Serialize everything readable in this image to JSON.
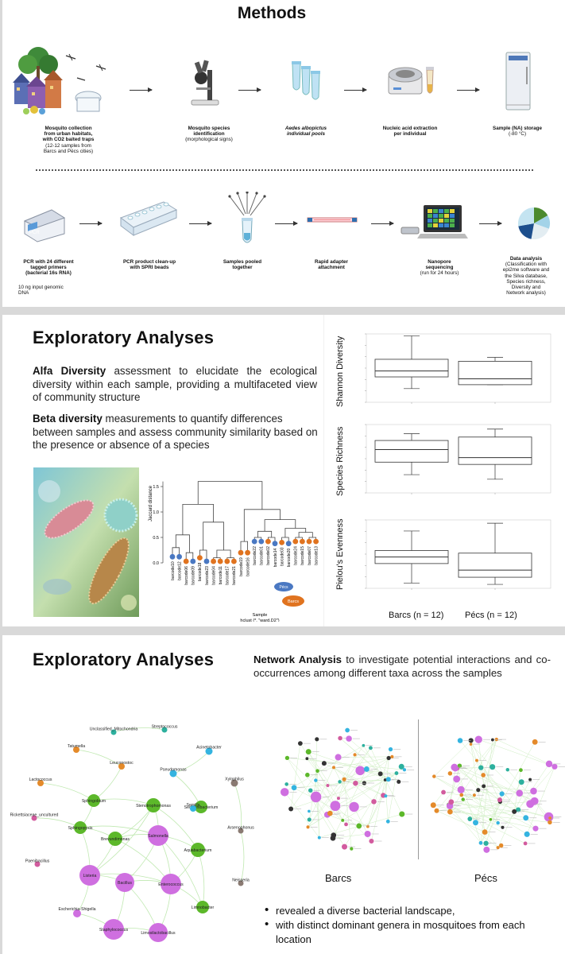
{
  "methods": {
    "title": "Methods",
    "row1": [
      {
        "bold": "Mosquito collection\nfrom urban habitats,\nwith CO2 baited traps",
        "normal": "(12-12 samples from\nBarcs and Pécs cities)"
      },
      {
        "bold": "Mosquito species\nidentification",
        "normal": "(morphological signs)"
      },
      {
        "bold": "Aedes albopictus\nindividual pools",
        "normal": ""
      },
      {
        "bold": "Nucleic acid extraction\nper individual",
        "normal": ""
      },
      {
        "bold": "Sample (NA) storage",
        "normal": "(-80 °C)"
      }
    ],
    "row2": [
      {
        "bold": "PCR with 24 different\ntagged primers\n(bacterial 16s RNA)",
        "normal": "10 ng input\ngenomic DNA"
      },
      {
        "bold": "PCR product clean-up\nwith SPRI beads",
        "normal": ""
      },
      {
        "bold": "Samples pooled\ntogether",
        "normal": ""
      },
      {
        "bold": "Rapid adapter\nattachment",
        "normal": ""
      },
      {
        "bold": "Nanopore\nsequencing",
        "normal": "(run for 24 hours)"
      },
      {
        "bold": "Data analysis",
        "normal": "(Classification with\nepi2me software and\nthe Silva database,\nSpecies richness,\nDiversity and\nNetwork analysis)"
      }
    ],
    "pcr_icon_label": "PCR"
  },
  "exploratory1": {
    "title": "Exploratory Analyses",
    "alfa_bold": "Alfa Diversity",
    "alfa_text": " assessment to elucidate the ecological diversity within each sample, providing a multifaceted view of community structure",
    "beta_bold": "Beta diversity",
    "beta_text": " measurements to quantify differences between samples and assess community similarity based on the presence or absence of a species",
    "dendro": {
      "ylabel": "Jaccard distance",
      "yticks": [
        "0.0",
        "0.5",
        "1.0",
        "1.5"
      ],
      "xlabel": "Sample\nhclust (*, \"ward.D2\")",
      "leaves": [
        "barcode10",
        "barcode12",
        "barcode06",
        "barcode09",
        "barcode18",
        "barcode23",
        "barcode04",
        "barcode11",
        "barcode17",
        "barcode21",
        "barcode19",
        "barcode16",
        "barcode22",
        "barcode01",
        "barcode02",
        "barcode14",
        "barcode03",
        "barcode20",
        "barcode24",
        "barcode15",
        "barcode07",
        "barcode13"
      ],
      "legend": [
        {
          "label": "Pécs",
          "color": "#4a78c2"
        },
        {
          "label": "Barcs",
          "color": "#e0731f"
        }
      ]
    },
    "box_labels": [
      "Shannon Diversity",
      "Species Richness",
      "Pielou's Evenness"
    ],
    "box_groups": [
      "Barcs (n = 12)",
      "Pécs (n = 12)"
    ],
    "box_stats": [
      {
        "name": "Shannon Diversity",
        "barcs": [
          0.7,
          1.3,
          1.6,
          2.2,
          3.4
        ],
        "pecs": [
          0.9,
          0.9,
          1.2,
          2.1,
          2.3
        ],
        "ylim": [
          0,
          3.5
        ]
      },
      {
        "name": "Species Richness",
        "barcs": [
          8,
          13.5,
          19,
          23,
          26
        ],
        "pecs": [
          6,
          12.5,
          15.5,
          24.5,
          28
        ],
        "ylim": [
          0,
          30
        ]
      },
      {
        "name": "Pielou's Evenness",
        "barcs": [
          0.08,
          0.38,
          0.48,
          0.58,
          0.88
        ],
        "pecs": [
          0.06,
          0.17,
          0.28,
          0.54,
          1.0
        ],
        "ylim": [
          0,
          1.05
        ]
      }
    ]
  },
  "exploratory2": {
    "title": "Exploratory Analyses",
    "network_bold": "Network Analysis",
    "network_text": " to investigate potential interactions and co-occurrences among different taxa across the samples",
    "nodes": [
      {
        "label": "Unclassified_Mitochondria",
        "color": "#2db09e"
      },
      {
        "label": "Streptococcus",
        "color": "#2db09e"
      },
      {
        "label": "Tatumella",
        "color": "#e48a2a"
      },
      {
        "label": "Acinetobacter",
        "color": "#34b4e0"
      },
      {
        "label": "Leuconostoc",
        "color": "#e48a2a"
      },
      {
        "label": "Pseudomonas",
        "color": "#34b4e0"
      },
      {
        "label": "Lactococcus",
        "color": "#e48a2a"
      },
      {
        "label": "Xylophilus",
        "color": "#8a7a72"
      },
      {
        "label": "Sphingobium",
        "color": "#5cb82a"
      },
      {
        "label": "Stenotrophomonas",
        "color": "#5cb82a"
      },
      {
        "label": "Sediminibacterium",
        "color": "#5cb82a"
      },
      {
        "label": "Semilla",
        "color": "#34b4e0"
      },
      {
        "label": "Rickettsiaceae_uncultured",
        "color": "#d25b9e"
      },
      {
        "label": "Sphingopyxis",
        "color": "#5cb82a"
      },
      {
        "label": "Brevundimonas",
        "color": "#5cb82a"
      },
      {
        "label": "Salmonella",
        "color": "#cf6fe0"
      },
      {
        "label": "Aquabacterium",
        "color": "#5cb82a"
      },
      {
        "label": "Arsenophonus",
        "color": "#8a7a72"
      },
      {
        "label": "Paenibacillus",
        "color": "#d25b9e"
      },
      {
        "label": "Listeria",
        "color": "#cf6fe0"
      },
      {
        "label": "Bacillus",
        "color": "#cf6fe0"
      },
      {
        "label": "Enterococcus",
        "color": "#cf6fe0"
      },
      {
        "label": "Neisseria",
        "color": "#8a7a72"
      },
      {
        "label": "Limnobacter",
        "color": "#5cb82a"
      },
      {
        "label": "Escherichia-Shigella",
        "color": "#cf6fe0"
      },
      {
        "label": "Staphylococcus",
        "color": "#cf6fe0"
      },
      {
        "label": "Limosilactobacillus",
        "color": "#cf6fe0"
      }
    ],
    "site_labels": [
      "Barcs",
      "Pécs"
    ],
    "bullets": [
      "revealed a diverse bacterial landscape,",
      "with distinct dominant genera in mosquitoes from each location"
    ]
  }
}
